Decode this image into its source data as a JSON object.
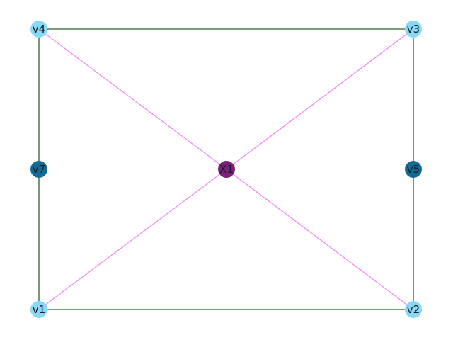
{
  "graph": {
    "nodes": [
      {
        "id": "v4",
        "label": "v4",
        "color": "#87d9f7"
      },
      {
        "id": "v3",
        "label": "v3",
        "color": "#87d9f7"
      },
      {
        "id": "v7",
        "label": "v7",
        "color": "#126a96"
      },
      {
        "id": "X1",
        "label": "X1",
        "color": "#7b1f7f"
      },
      {
        "id": "v5",
        "label": "v5",
        "color": "#126a96"
      },
      {
        "id": "v1",
        "label": "v1",
        "color": "#87d9f7"
      },
      {
        "id": "v2",
        "label": "v2",
        "color": "#87d9f7"
      }
    ],
    "edges": [
      {
        "source": "v4",
        "target": "v3",
        "color": "#2f5f2f"
      },
      {
        "source": "v4",
        "target": "v7",
        "color": "#2f5f2f"
      },
      {
        "source": "v7",
        "target": "v1",
        "color": "#2f5f2f"
      },
      {
        "source": "v1",
        "target": "v2",
        "color": "#2f5f2f"
      },
      {
        "source": "v3",
        "target": "v5",
        "color": "#2f5f2f"
      },
      {
        "source": "v5",
        "target": "v2",
        "color": "#2f5f2f"
      },
      {
        "source": "v4",
        "target": "X1",
        "color": "#f08cf5"
      },
      {
        "source": "X1",
        "target": "v2",
        "color": "#f08cf5"
      },
      {
        "source": "v3",
        "target": "X1",
        "color": "#f08cf5"
      },
      {
        "source": "X1",
        "target": "v1",
        "color": "#f08cf5"
      }
    ]
  }
}
